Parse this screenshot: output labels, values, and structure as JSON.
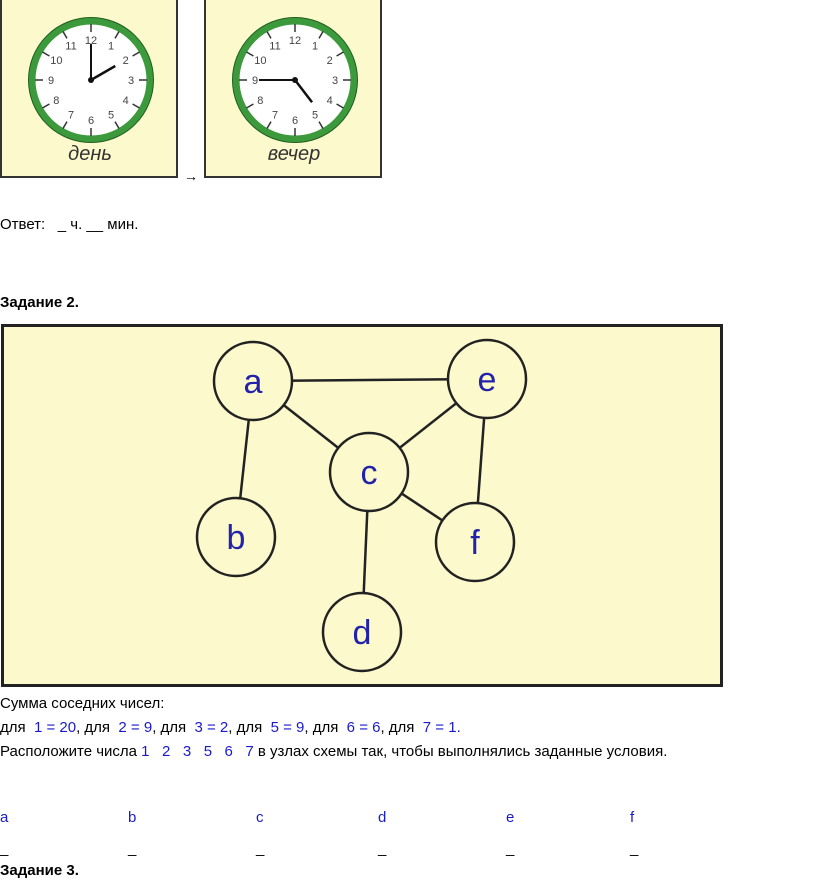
{
  "task1": {
    "clocks": [
      {
        "label": "день",
        "hour": 2,
        "minute": 0
      },
      {
        "label": "вечер",
        "hour": 4,
        "minute": 45
      }
    ],
    "arrow": "→",
    "answer_label": "Ответ:",
    "answer_template": "_ ч. __ мин."
  },
  "task2": {
    "title": "Задание 2.",
    "nodes": [
      "a",
      "b",
      "c",
      "d",
      "e",
      "f"
    ],
    "edges": [
      [
        "a",
        "e"
      ],
      [
        "a",
        "c"
      ],
      [
        "a",
        "b"
      ],
      [
        "e",
        "c"
      ],
      [
        "e",
        "f"
      ],
      [
        "c",
        "f"
      ],
      [
        "c",
        "d"
      ]
    ],
    "sum_label": "Сумма соседних чисел:",
    "conditions": [
      {
        "prefix": "для ",
        "expr": "1 = 20"
      },
      {
        "prefix": ", для ",
        "expr": "2 = 9"
      },
      {
        "prefix": ", для ",
        "expr": "3 = 2"
      },
      {
        "prefix": ", для ",
        "expr": "5 = 9"
      },
      {
        "prefix": ", для ",
        "expr": "6 = 6"
      },
      {
        "prefix": ", для ",
        "expr": "7 = 1"
      }
    ],
    "conditions_end": ".",
    "instruction_prefix": "Расположите числа ",
    "numbers": "1   2   3   5   6   7",
    "instruction_suffix": " в узлах схемы так, чтобы выполнялись заданные условия.",
    "answer_letters": [
      "a",
      "b",
      "c",
      "d",
      "e",
      "f"
    ],
    "answer_blank": "_"
  },
  "task3": {
    "title": "Задание 3."
  }
}
